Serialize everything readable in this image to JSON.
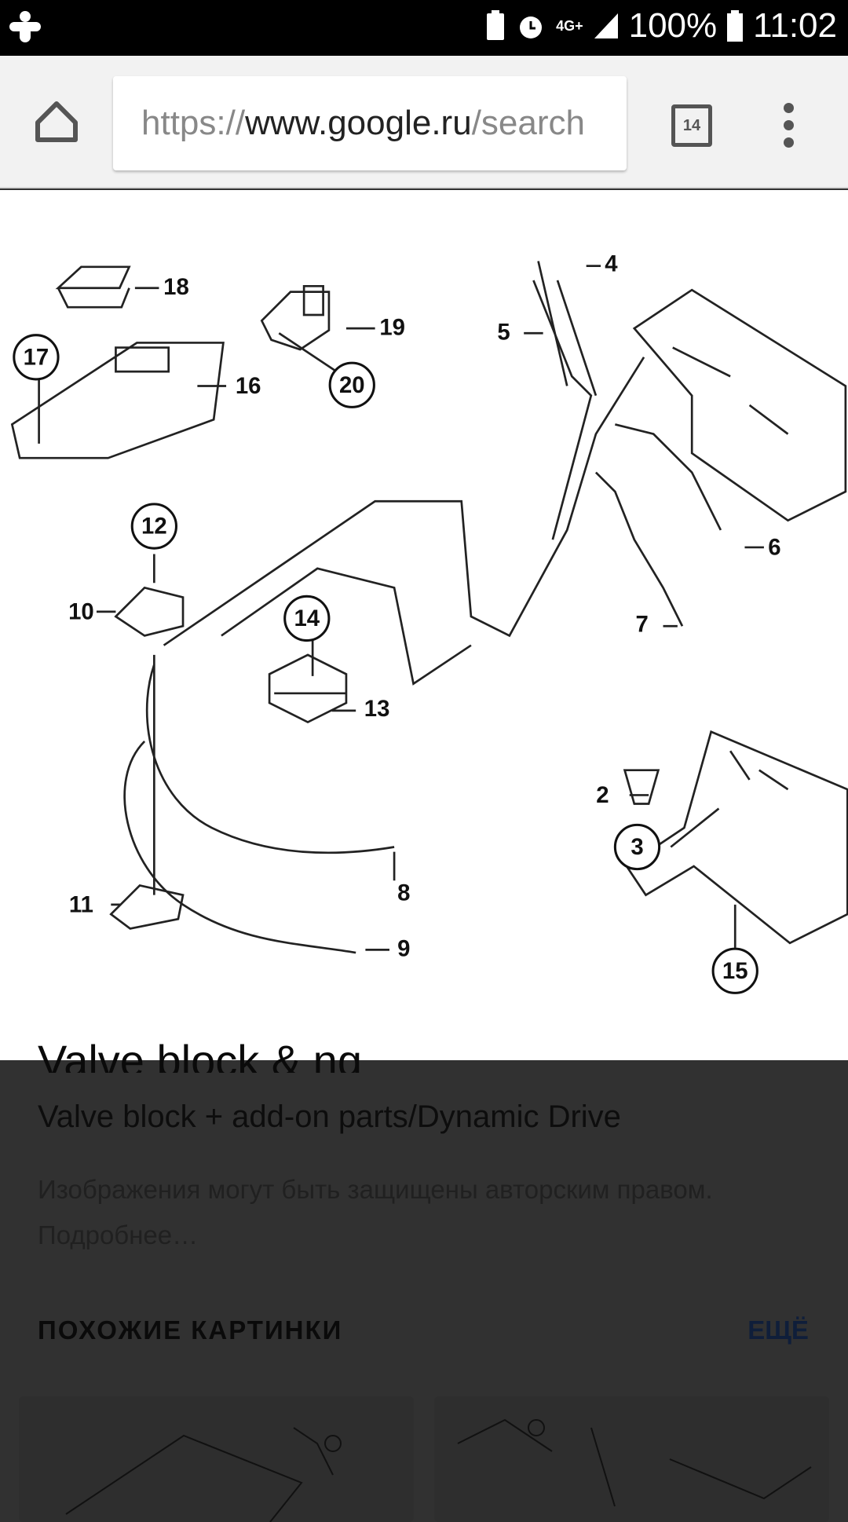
{
  "status_bar": {
    "battery_percent": "100%",
    "time": "11:02",
    "network": "4G+"
  },
  "browser": {
    "url_scheme": "https://",
    "url_host": "www.google.ru",
    "url_path": "/search",
    "tab_count": "14"
  },
  "diagram": {
    "labels": {
      "n2": "2",
      "n3": "3",
      "n4": "4",
      "n5": "5",
      "n6": "6",
      "n7": "7",
      "n8": "8",
      "n9": "9",
      "n10": "10",
      "n11": "11",
      "n12": "12",
      "n13": "13",
      "n14": "14",
      "n15": "15",
      "n16": "16",
      "n17": "17",
      "n18": "18",
      "n19": "19",
      "n20": "20"
    }
  },
  "result": {
    "cut_title": "Valve block & ng",
    "title": "Valve block + add-on parts/Dynamic Drive",
    "notice": "Изображения могут быть защищены авторским правом. Подробнее…"
  },
  "similar": {
    "heading": "ПОХОЖИЕ КАРТИНКИ",
    "more": "ЕЩЁ"
  },
  "colors": {
    "accent": "#0f1e3a",
    "overlay": "#313131"
  }
}
